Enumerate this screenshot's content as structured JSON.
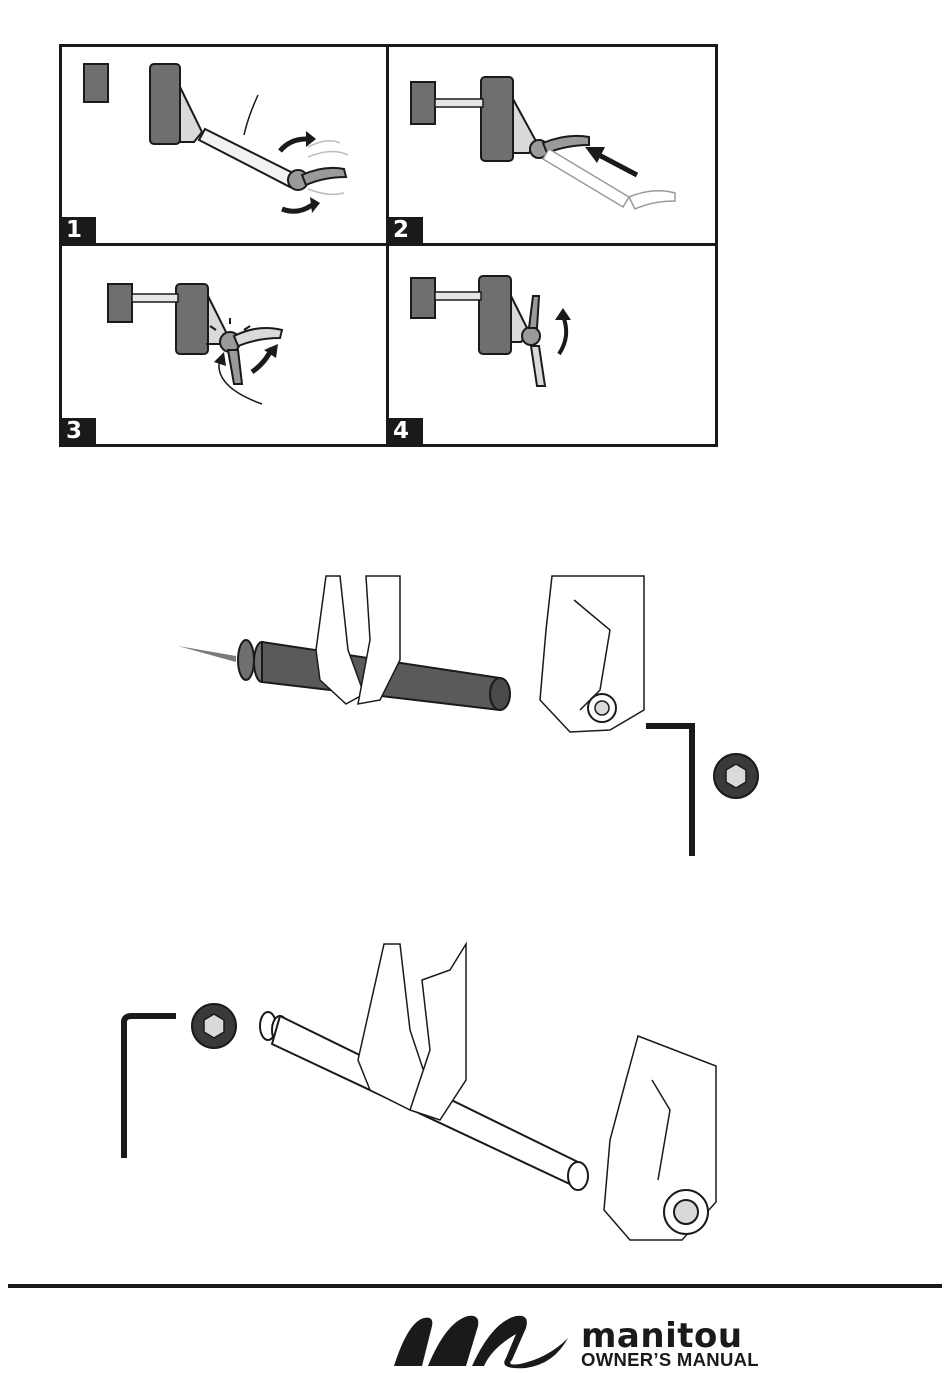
{
  "steps": [
    {
      "number": "1"
    },
    {
      "number": "2"
    },
    {
      "number": "3"
    },
    {
      "number": "4"
    }
  ],
  "footer": {
    "brand": "manitou",
    "subtitle": "OWNER’S MANUAL",
    "logo_icon": "manitou-m-logo-icon"
  },
  "colors": {
    "ink": "#1a1a1a",
    "mid_gray": "#6f6f6f",
    "light_gray": "#d9d9d9"
  }
}
